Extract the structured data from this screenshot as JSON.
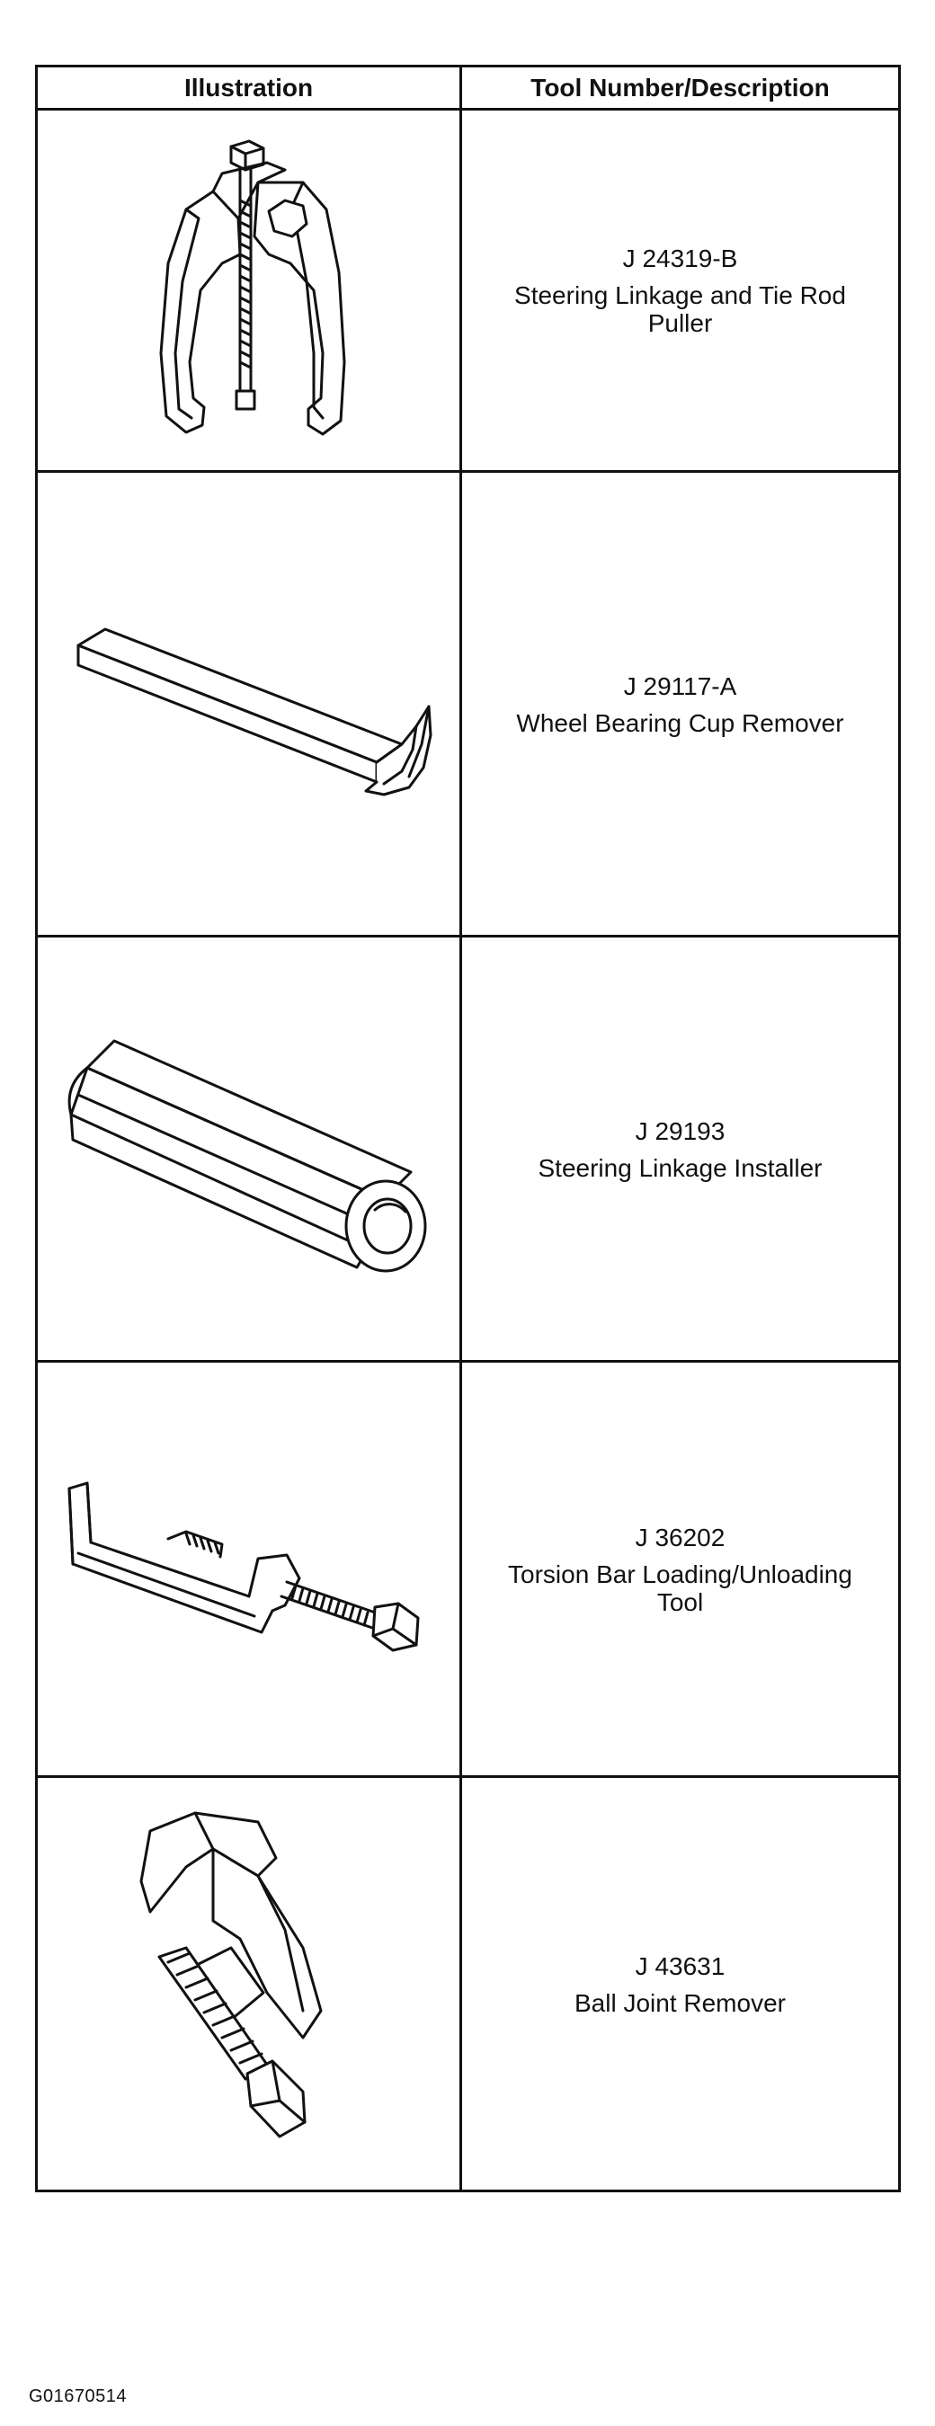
{
  "table": {
    "headers": {
      "illustration": "Illustration",
      "tool": "Tool Number/Description"
    },
    "rows": [
      {
        "icon": "steering-linkage-tie-rod-puller-icon",
        "number": "J 24319-B",
        "description": "Steering Linkage and Tie Rod Puller"
      },
      {
        "icon": "wheel-bearing-cup-remover-icon",
        "number": "J 29117-A",
        "description": "Wheel Bearing Cup Remover"
      },
      {
        "icon": "steering-linkage-installer-icon",
        "number": "J 29193",
        "description": "Steering Linkage Installer"
      },
      {
        "icon": "torsion-bar-tool-icon",
        "number": "J 36202",
        "description": "Torsion Bar Loading/Unloading Tool"
      },
      {
        "icon": "ball-joint-remover-icon",
        "number": "J 43631",
        "description": "Ball Joint Remover"
      }
    ]
  },
  "figure_id": "G01670514"
}
